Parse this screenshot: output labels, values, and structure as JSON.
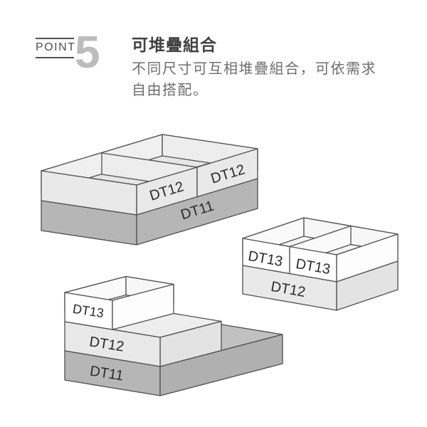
{
  "header": {
    "point_label": "POINT",
    "point_number": "5",
    "title": "可堆疊組合",
    "description": [
      "不同尺寸可互相堆疊組合，可依需求",
      "自由搭配。"
    ]
  },
  "illustrations": [
    {
      "id": "two-dt12-on-dt11",
      "labels": {
        "left_box": "DT12",
        "right_box": "DT12",
        "base": "DT11"
      }
    },
    {
      "id": "two-dt13-on-dt12",
      "labels": {
        "left_box": "DT13",
        "right_box": "DT13",
        "base": "DT12"
      }
    },
    {
      "id": "dt13-dt12-on-dt11",
      "labels": {
        "top_box": "DT13",
        "middle_box": "DT12",
        "base": "DT11"
      }
    }
  ],
  "colors": {
    "outline": "#4f4f4f",
    "box_dark_gray": "#b6b6b6",
    "box_light_gray": "#e9e9e9",
    "box_white": "#ffffff",
    "point_text": "#4f4f4f",
    "point_number": "#bcbcbc",
    "title_text": "#414141",
    "body_text": "#6e6e6e",
    "label_text": "#2b2b2b"
  }
}
